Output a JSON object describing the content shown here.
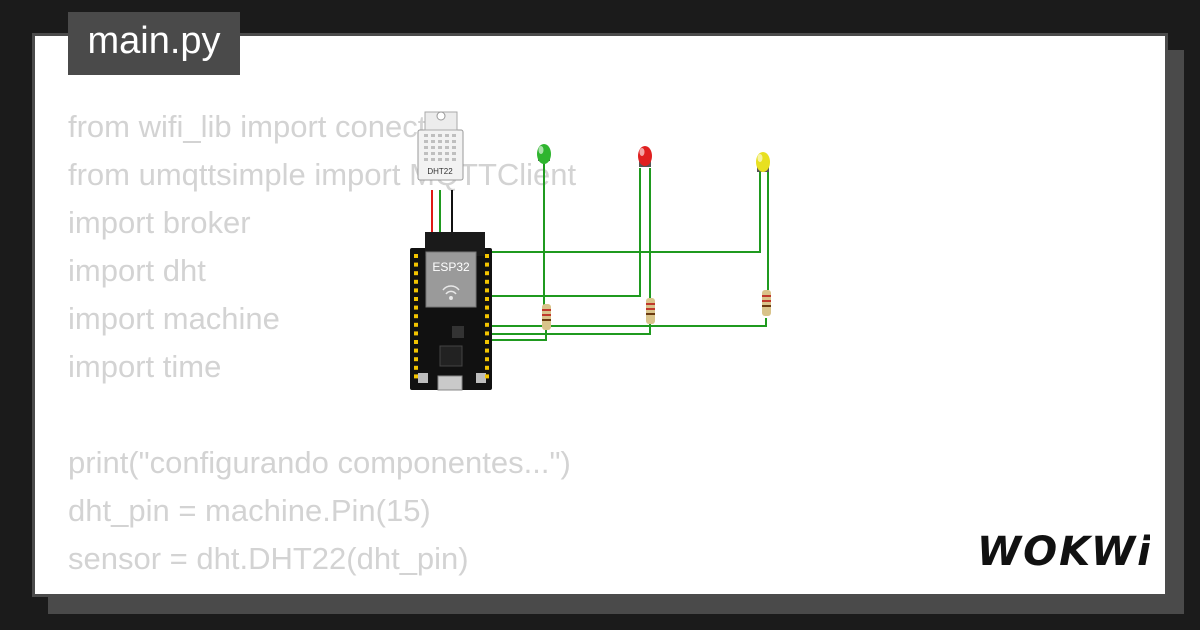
{
  "file_tab": {
    "name": "main.py"
  },
  "code_lines": [
    "from wifi_lib import conecta",
    "from umqttsimple import MQTTClient",
    "import broker",
    "import dht",
    "import machine",
    "import time",
    "",
    "print(\"configurando componentes...\")",
    "dht_pin = machine.Pin(15)",
    "sensor = dht.DHT22(dht_pin)"
  ],
  "circuit": {
    "sensor_label": "DHT22",
    "board_label": "ESP32",
    "led_colors": [
      "#2fb52f",
      "#e02020",
      "#e8e020"
    ],
    "wire_color": "#1f9a1f"
  },
  "brand": {
    "logo_text": "WOKWi"
  }
}
